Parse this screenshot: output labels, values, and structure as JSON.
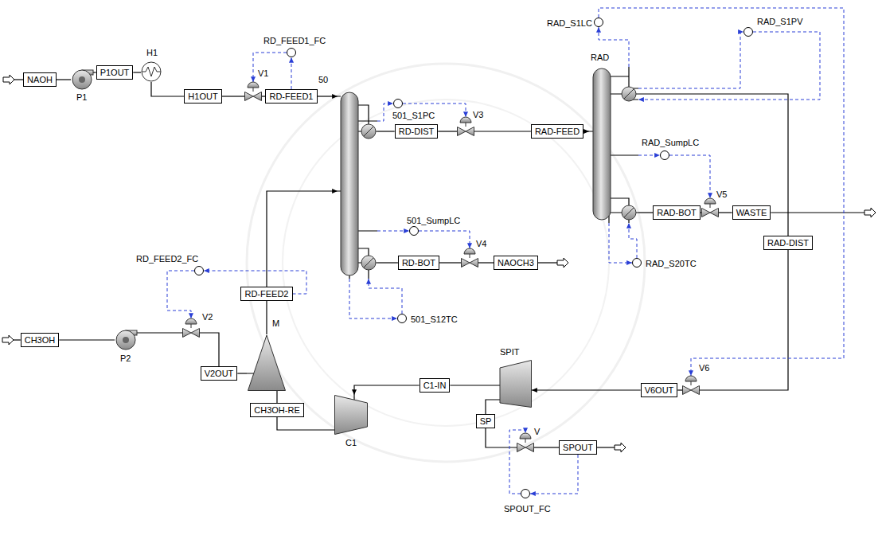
{
  "diagram": {
    "nodes": [
      {
        "text": [
          "NAOH"
        ]
      },
      {
        "text": [
          "P1"
        ]
      },
      {
        "text": [
          "P1OUT"
        ]
      },
      {
        "text": [
          "H1"
        ]
      },
      {
        "text": [
          "H1OUT"
        ]
      },
      {
        "text": [
          "RD_FEED1_FC"
        ]
      },
      {
        "text": [
          "V1"
        ]
      },
      {
        "text": [
          "RD-FEED1"
        ]
      },
      {
        "text": [
          "50"
        ]
      },
      {
        "text": [
          "501_S1PC"
        ]
      },
      {
        "text": [
          "RD-DIST"
        ]
      },
      {
        "text": [
          "V3"
        ]
      },
      {
        "text": [
          "RAD-FEED"
        ]
      },
      {
        "text": [
          "RAD_S1LC"
        ]
      },
      {
        "text": [
          "RAD_S1PV"
        ]
      },
      {
        "text": [
          "RAD"
        ]
      },
      {
        "text": [
          "RAD_SumpLC"
        ]
      },
      {
        "text": [
          "RAD-BOT"
        ]
      },
      {
        "text": [
          "V5"
        ]
      },
      {
        "text": [
          "WASTE"
        ]
      },
      {
        "text": [
          "RAD-DIST"
        ]
      },
      {
        "text": [
          "501_SumpLC"
        ]
      },
      {
        "text": [
          "RD-BOT"
        ]
      },
      {
        "text": [
          "V4"
        ]
      },
      {
        "text": [
          "NAOCH3"
        ]
      },
      {
        "text": [
          "RAD_S20TC"
        ]
      },
      {
        "text": [
          "RD_FEED2_FC"
        ]
      },
      {
        "text": [
          "RD-FEED2"
        ]
      },
      {
        "text": [
          "M"
        ]
      },
      {
        "text": [
          "V2"
        ]
      },
      {
        "text": [
          "CH3OH"
        ]
      },
      {
        "text": [
          "P2"
        ]
      },
      {
        "text": [
          "501_S12TC"
        ]
      },
      {
        "text": [
          "V2OUT"
        ]
      },
      {
        "text": [
          "CH3OH-RE"
        ]
      },
      {
        "text": [
          "C1"
        ]
      },
      {
        "text": [
          "C1-IN"
        ]
      },
      {
        "text": [
          "SPIT"
        ]
      },
      {
        "text": [
          "SP"
        ]
      },
      {
        "text": [
          "V6OUT"
        ]
      },
      {
        "text": [
          "V6"
        ]
      },
      {
        "text": [
          "V"
        ]
      },
      {
        "text": [
          "SPOUT"
        ]
      },
      {
        "text": [
          "SPOUT_FC"
        ]
      }
    ],
    "edges": [
      {
        "from": 0,
        "to": 1,
        "arrow": "none"
      },
      {
        "from": 1,
        "to": 2,
        "arrow": "none"
      },
      {
        "from": 2,
        "to": 3,
        "arrow": "none"
      },
      {
        "from": 3,
        "to": 4,
        "arrow": "none"
      },
      {
        "from": 4,
        "to": 6,
        "arrow": "none"
      },
      {
        "from": 6,
        "to": 7,
        "arrow": "none"
      },
      {
        "from": 7,
        "to": 8,
        "arrow": "to"
      },
      {
        "from": 8,
        "to": 10,
        "arrow": "none"
      },
      {
        "from": 10,
        "to": 11,
        "arrow": "none"
      },
      {
        "from": 11,
        "to": 12,
        "arrow": "none"
      },
      {
        "from": 12,
        "to": 15,
        "arrow": "to"
      },
      {
        "from": 15,
        "to": 17,
        "arrow": "none"
      },
      {
        "from": 17,
        "to": 18,
        "arrow": "none"
      },
      {
        "from": 18,
        "to": 19,
        "arrow": "none"
      },
      {
        "from": 15,
        "to": 20,
        "arrow": "none"
      },
      {
        "from": 20,
        "to": 40,
        "arrow": "none"
      },
      {
        "from": 40,
        "to": 39,
        "arrow": "none"
      },
      {
        "from": 39,
        "to": 37,
        "arrow": "to"
      },
      {
        "from": 37,
        "to": 36,
        "arrow": "none"
      },
      {
        "from": 36,
        "to": 35,
        "arrow": "to"
      },
      {
        "from": 35,
        "to": 34,
        "arrow": "none"
      },
      {
        "from": 34,
        "to": 28,
        "arrow": "none"
      },
      {
        "from": 37,
        "to": 38,
        "arrow": "none"
      },
      {
        "from": 38,
        "to": 41,
        "arrow": "none"
      },
      {
        "from": 41,
        "to": 42,
        "arrow": "none"
      },
      {
        "from": 8,
        "to": 22,
        "arrow": "none"
      },
      {
        "from": 22,
        "to": 23,
        "arrow": "none"
      },
      {
        "from": 23,
        "to": 24,
        "arrow": "none"
      },
      {
        "from": 30,
        "to": 31,
        "arrow": "none"
      },
      {
        "from": 31,
        "to": 29,
        "arrow": "none"
      },
      {
        "from": 29,
        "to": 33,
        "arrow": "none"
      },
      {
        "from": 33,
        "to": 28,
        "arrow": "none"
      },
      {
        "from": 28,
        "to": 27,
        "arrow": "none"
      },
      {
        "from": 27,
        "to": 8,
        "arrow": "to"
      },
      {
        "from": 7,
        "to": 5,
        "arrow": "to"
      },
      {
        "from": 5,
        "to": 6,
        "arrow": "to"
      },
      {
        "from": 8,
        "to": 9,
        "arrow": "to"
      },
      {
        "from": 9,
        "to": 11,
        "arrow": "to"
      },
      {
        "from": 8,
        "to": 21,
        "arrow": "to"
      },
      {
        "from": 21,
        "to": 23,
        "arrow": "to"
      },
      {
        "from": 8,
        "to": 32,
        "arrow": "to"
      },
      {
        "from": 32,
        "to": 8,
        "arrow": "to"
      },
      {
        "from": 15,
        "to": 13,
        "arrow": "to"
      },
      {
        "from": 13,
        "to": 40,
        "arrow": "to"
      },
      {
        "from": 15,
        "to": 14,
        "arrow": "to"
      },
      {
        "from": 14,
        "to": 15,
        "arrow": "to"
      },
      {
        "from": 15,
        "to": 16,
        "arrow": "to"
      },
      {
        "from": 16,
        "to": 18,
        "arrow": "to"
      },
      {
        "from": 15,
        "to": 25,
        "arrow": "to"
      },
      {
        "from": 25,
        "to": 15,
        "arrow": "to"
      },
      {
        "from": 27,
        "to": 26,
        "arrow": "to"
      },
      {
        "from": 26,
        "to": 29,
        "arrow": "to"
      },
      {
        "from": 42,
        "to": 43,
        "arrow": "to"
      },
      {
        "from": 43,
        "to": 41,
        "arrow": "to"
      }
    ]
  }
}
